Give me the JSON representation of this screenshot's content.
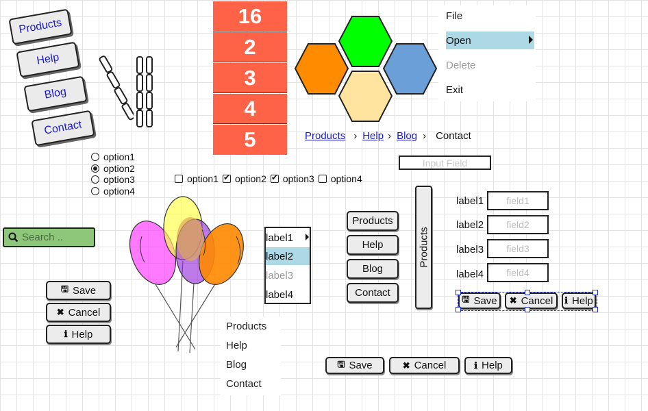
{
  "tilted_buttons": [
    "Products",
    "Help",
    "Blog",
    "Contact"
  ],
  "number_list": [
    "16",
    "2",
    "3",
    "4",
    "5"
  ],
  "context_menu": {
    "items": [
      "File",
      "Open",
      "Delete",
      "Exit"
    ],
    "selected": "Open",
    "disabled": "Delete",
    "highlight_color": "#add8e6"
  },
  "breadcrumb": {
    "items": [
      "Products",
      "Help",
      "Blog"
    ],
    "current": "Contact"
  },
  "input_field": {
    "placeholder": "Input Field"
  },
  "radio_group": {
    "options": [
      "option1",
      "option2",
      "option3",
      "option4"
    ],
    "selected": "option2"
  },
  "checkbox_group": {
    "options": [
      "option1",
      "option2",
      "option3",
      "option4"
    ],
    "checked": [
      "option2",
      "option3"
    ]
  },
  "search": {
    "placeholder": "Search ..",
    "bg_color": "#8fc77a"
  },
  "listbox": {
    "items": [
      "label1",
      "label2",
      "label3",
      "label4"
    ],
    "selected": "label2",
    "disabled": "label3"
  },
  "stack_buttons": [
    "Products",
    "Help",
    "Blog",
    "Contact"
  ],
  "vertical_button": {
    "label": "Products"
  },
  "form": {
    "labels": [
      "label1",
      "label2",
      "label3",
      "label4"
    ],
    "placeholders": [
      "field1",
      "field2",
      "field3",
      "field4"
    ]
  },
  "button_sets": {
    "save": "Save",
    "cancel": "Cancel",
    "help": "Help"
  },
  "plain_list": [
    "Products",
    "Help",
    "Blog",
    "Contact"
  ],
  "hex_colors": [
    "#00ff00",
    "#ff8c00",
    "#6a9fd8",
    "#ffe4a0"
  ],
  "balloon_colors": [
    "#ff66ff",
    "#ffff66",
    "#b84ae8",
    "#ff8800"
  ]
}
